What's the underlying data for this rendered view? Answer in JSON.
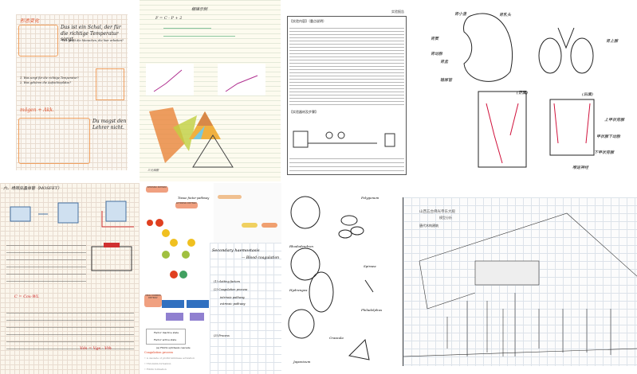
{
  "panels": {
    "german_notes": {
      "title": "形态变化",
      "lines": [
        "Das ist ein Schal, der für die richtige Temperatur sorgt.",
        "Wie heißt die Menschen, die hier arbeiten?",
        "1. Was sorgt für die richtige Temperatur?",
        "2. Was gehören die Aufsichtsplätze?",
        "mögen + Akk.",
        "Du magst den Lehrer nicht."
      ]
    },
    "phase_diagram": {
      "title": "相律示例",
      "formula": "F = C - P + 2",
      "caption": "三元相图"
    },
    "lab_report": {
      "header": "实验报告",
      "section1": "【实验内容】（重点说明）",
      "section2": "【实验器材及步骤】"
    },
    "kidney_anatomy": {
      "labels": [
        "肾小盏",
        "肾乳头",
        "肾窦",
        "肾动脉",
        "肾盂",
        "输尿管",
        "肾上腺",
        "上甲状旁腺",
        "甲状腺下动脉",
        "下甲状旁腺",
        "喉返神经"
      ],
      "tags": [
        "(正面)",
        "(后面)"
      ]
    },
    "electronics_notes": {
      "title": "六、场效应晶体管（MOSFET）",
      "formula": "C = Cox·WL",
      "lines": [
        "Vds = Vgs - Vth"
      ]
    },
    "coagulation": {
      "intrinsic": "INTRINSIC PATHWAY",
      "extrinsic": "EXTRINSIC PATHWAY",
      "common": "FINAL COMMON PATHWAY",
      "tissue": "Tissue factor pathway",
      "title": "Secondary haemostasis",
      "subtitle": "— Blood coagulation",
      "notes": [
        "(1) clotting factors",
        "(2) Coagulation process",
        "intrinsic pathway",
        "extrinsic pathway",
        "(3) Process"
      ],
      "legend_inactive": "Factor inactive state",
      "legend_active": "Factor active state",
      "caption": "(a) Fibrin synthesis cascade",
      "process_title": "Coagulation process",
      "process": [
        "• A cascade of prothrombinase activation",
        "• Thrombin formation",
        "• Fibrin formation"
      ]
    },
    "botany": {
      "labels": [
        "Rhododendron",
        "Polygonum",
        "Spiraea",
        "Hydrangea",
        "Philadelphus",
        "Crassula",
        "Japonicum"
      ]
    },
    "architecture": {
      "title": "山西五台佛光寺东大殿",
      "sub": "模型分析",
      "desc": "唐代木构建筑"
    }
  }
}
